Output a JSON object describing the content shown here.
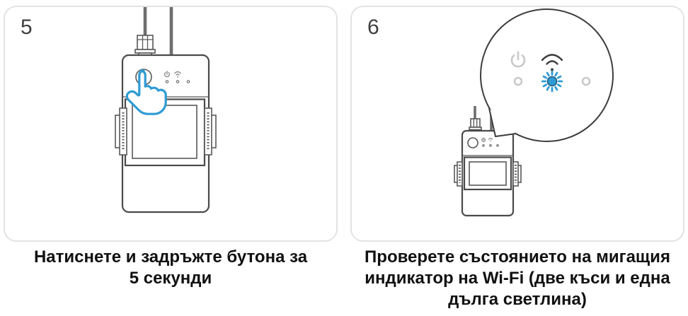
{
  "steps": [
    {
      "number": "5",
      "caption_lines": {
        "0": "Натиснете и задръжте бутона за",
        "1": "5 секунди"
      }
    },
    {
      "number": "6",
      "caption_lines": {
        "0": "Проверете състоянието на мигащия",
        "1": "индикатор на Wi-Fi (две къси и една",
        "2": "дълга светлина)"
      }
    }
  ],
  "icons": {
    "power": "power-icon",
    "wifi": "wifi-icon",
    "tap_hand": "tap-hand-icon",
    "wifi_led_blinking": "wifi-led-blinking-icon",
    "led_off": "led-off-icon"
  },
  "colors": {
    "accent": "#2E9BD4",
    "muted": "#C9C9C9",
    "wire_red": "#D23F48",
    "wire_blue": "#35A2E0",
    "device_outline": "#4A4A4A",
    "card_border": "#E3E3E3",
    "text": "#111111"
  }
}
